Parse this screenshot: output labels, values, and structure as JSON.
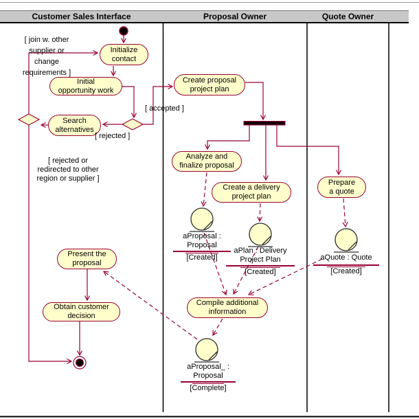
{
  "header": {
    "lanes": [
      {
        "label": "Customer Sales Interface"
      },
      {
        "label": "Proposal Owner"
      },
      {
        "label": "Quote Owner"
      }
    ]
  },
  "activities": {
    "initialize_contact": {
      "line1": "Initialize",
      "line2": "contact"
    },
    "initial_opportunity": {
      "line1": "Initial",
      "line2": "opportunity work"
    },
    "search_alternatives": {
      "line1": "Search",
      "line2": "alternatives"
    },
    "create_proposal_plan": {
      "line1": "Create proposal",
      "line2": "project plan"
    },
    "analyze_finalize": {
      "line1": "Analyze and",
      "line2": "finalize proposal"
    },
    "create_delivery_plan": {
      "line1": "Create a delivery",
      "line2": "project plan"
    },
    "prepare_quote": {
      "line1": "Prepare",
      "line2": "a quote"
    },
    "compile_info": {
      "line1": "Compile additional",
      "line2": "information"
    },
    "present_proposal": {
      "line1": "Present the",
      "line2": "proposal"
    },
    "obtain_decision": {
      "line1": "Obtain customer",
      "line2": "decision"
    }
  },
  "guards": {
    "join_supplier": [
      "[ join w. other",
      "supplier or",
      "change",
      "requirements ]"
    ],
    "accepted": "[ accepted ]",
    "rejected": "[ rejected ]",
    "rejected_redirect": [
      "[ rejected or",
      "redirected to other",
      "region or supplier ]"
    ]
  },
  "objects": {
    "a_proposal": {
      "name1": "aProposal :",
      "name2": "Proposal",
      "state": "[Created]"
    },
    "a_plan": {
      "name1": "aPlan : Delivery",
      "name2": "Project Plan",
      "state": "[Created]"
    },
    "a_quote": {
      "name1": "aQuote : Quote",
      "state": "[Created]"
    },
    "a_proposal_complete": {
      "name1": "aProposal_ :",
      "name2": "Proposal",
      "state": "[Complete]"
    }
  },
  "colors": {
    "accent_line": "#990033",
    "node_fill": "#FFFFCC",
    "header_bg": "#C8C8C8",
    "lane_line": "#000000",
    "object_outline": "#2b2b2b"
  }
}
